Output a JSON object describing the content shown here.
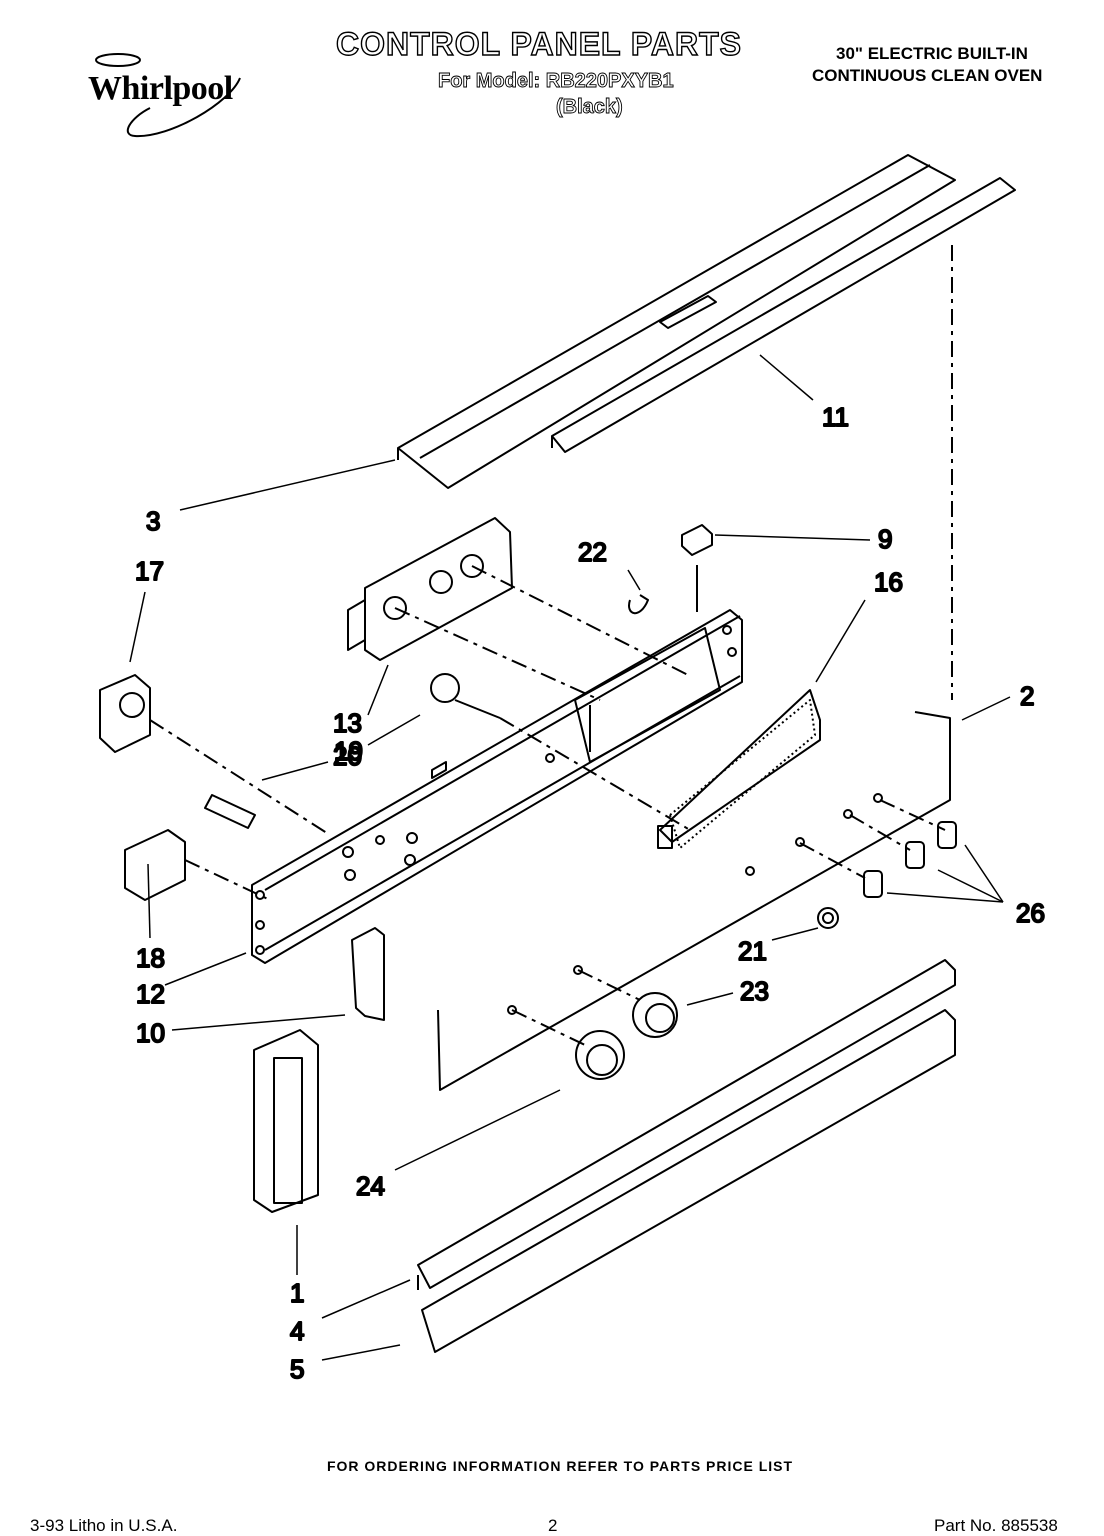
{
  "header": {
    "brand": "Whirlpool",
    "title": "CONTROL PANEL PARTS",
    "model_line": "For Model: RB220PXYB1",
    "color_line": "(Black)",
    "product_line1": "30\" ELECTRIC BUILT-IN",
    "product_line2": "CONTINUOUS CLEAN OVEN"
  },
  "callouts": {
    "c1": "1",
    "c2": "2",
    "c3": "3",
    "c4": "4",
    "c5": "5",
    "c9": "9",
    "c10": "10",
    "c11": "11",
    "c12": "12",
    "c13": "13",
    "c16": "16",
    "c17": "17",
    "c18": "18",
    "c19": "19",
    "c20": "20",
    "c21": "21",
    "c22": "22",
    "c23": "23",
    "c24": "24",
    "c26": "26"
  },
  "footer": {
    "ordering_note": "FOR ORDERING INFORMATION REFER TO PARTS PRICE LIST",
    "print_info": "3-93  Litho in U.S.A.",
    "page_number": "2",
    "part_number": "Part No. 885538"
  }
}
